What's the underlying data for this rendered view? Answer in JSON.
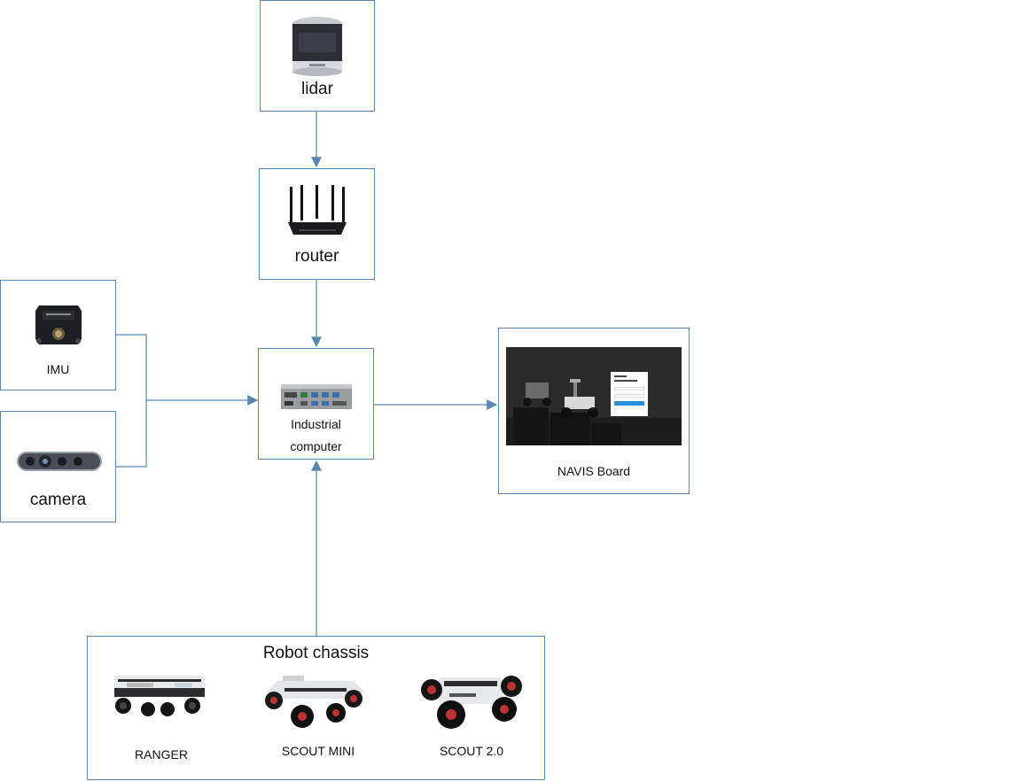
{
  "nodes": {
    "lidar": "lidar",
    "router": "router",
    "imu": "IMU",
    "camera": "camera",
    "industrial_computer_line1": "Industrial",
    "industrial_computer_line2": "computer",
    "navis_board": "NAVIS Board",
    "chassis_title": "Robot chassis",
    "chassis": [
      "RANGER",
      "SCOUT MINI",
      "SCOUT 2.0"
    ]
  },
  "colors": {
    "border": "#5b86b0",
    "arrow": "#5b86b0"
  }
}
